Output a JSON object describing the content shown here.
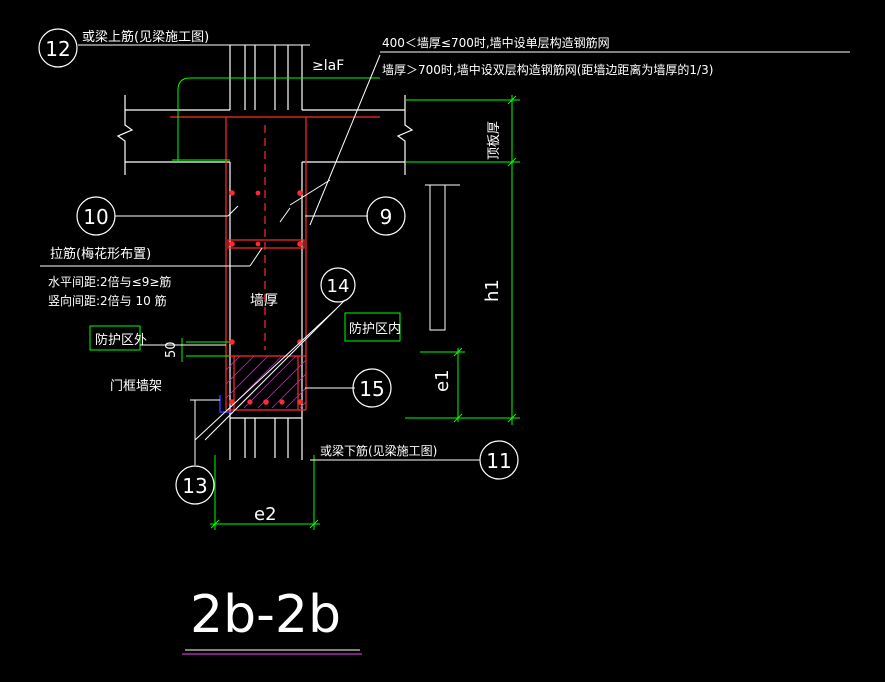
{
  "section_label": "2b-2b",
  "labels": {
    "upper_beam": "或梁上筋(见梁施工图)",
    "lower_beam": "或梁下筋(见梁施工图)",
    "note_single": "400＜墙厚≤700时,墙中设单层构造钢筋网",
    "note_double": "墙厚＞700时,墙中设双层构造钢筋网(距墙边距离为墙厚的1/3)",
    "anchor": "≥laF",
    "tie_bar": "拉筋(梅花形布置)",
    "h_spacing": "水平间距:2倍与≤9≥筋",
    "v_spacing": "竖向间距:2倍与 10 筋",
    "wall_thickness": "墙厚",
    "protect_outside": "防护区外",
    "protect_inside": "防护区内",
    "door_frame": "门框墙架",
    "slab_thickness": "顶板厚",
    "dim_50": "50",
    "dim_h1": "h1",
    "dim_e1": "e1",
    "dim_e2": "e2"
  },
  "callouts": {
    "c12": "12",
    "c10": "10",
    "c9": "9",
    "c14": "14",
    "c15": "15",
    "c13": "13",
    "c11": "11"
  },
  "colors": {
    "background": "#000000",
    "lines": "#ffffff",
    "rebar": "#ff2a2a",
    "dimension": "#00ff00",
    "leader": "#ffffff",
    "hatch": "#ff00ff",
    "underline": "#cc33cc",
    "door_frame": "#3333ff"
  }
}
